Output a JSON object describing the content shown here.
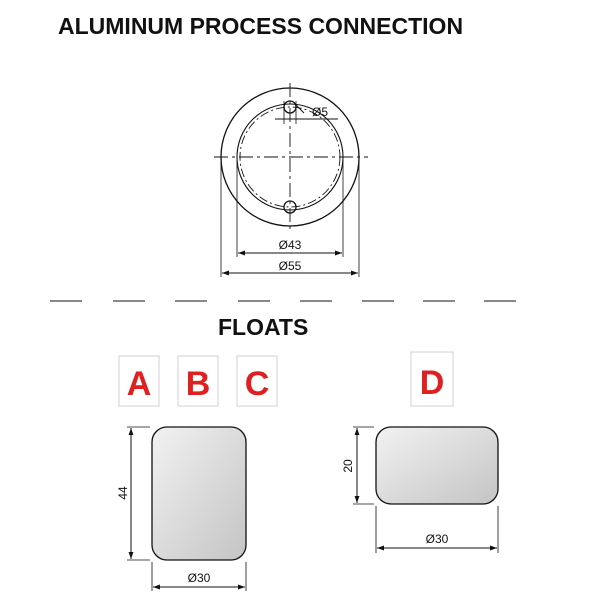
{
  "colors": {
    "line": "#111111",
    "letter_red": "#e02020",
    "box_border": "#d0d0d0",
    "float_light": "#f2f2f2",
    "float_dark": "#c4c4c4"
  },
  "process_connection": {
    "title": "ALUMINUM PROCESS CONNECTION",
    "dim_hole": "Ø5",
    "dim_inner": "Ø43",
    "dim_outer": "Ø55"
  },
  "floats": {
    "title": "FLOATS",
    "labels": [
      "A",
      "B",
      "C",
      "D"
    ],
    "tall": {
      "height_label": "44",
      "width_label": "Ø30"
    },
    "short": {
      "height_label": "20",
      "width_label": "Ø30"
    }
  }
}
